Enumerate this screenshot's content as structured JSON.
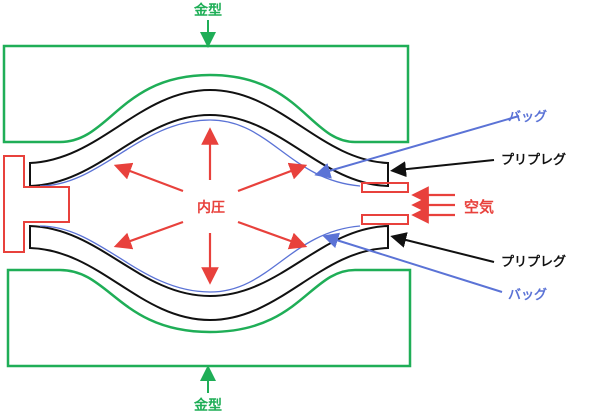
{
  "labels": {
    "mold_top": "金型",
    "mold_bottom": "金型",
    "bag_top": "バッグ",
    "bag_bottom": "バッグ",
    "prepreg_top": "プリプレグ",
    "prepreg_bottom": "プリプレグ",
    "internal_pressure": "内圧",
    "air": "空気"
  },
  "colors": {
    "mold": "#1fae57",
    "prepreg": "#111111",
    "bag": "#5b73d6",
    "pressure": "#e8413c",
    "fitting": "#e8413c"
  }
}
